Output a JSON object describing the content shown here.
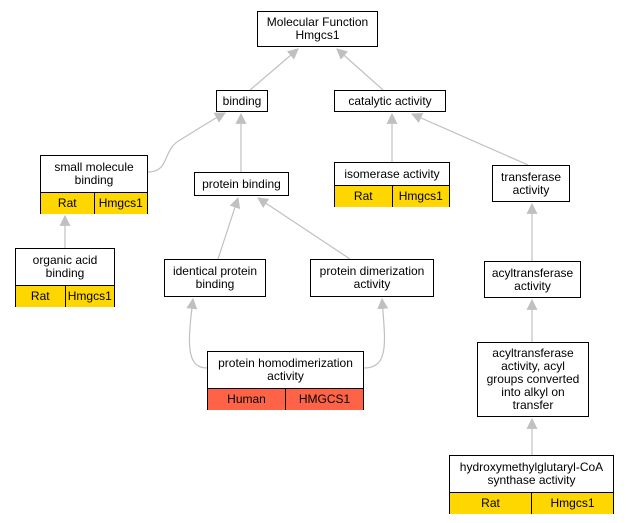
{
  "nodes": {
    "mf": {
      "label": "Molecular Function\nHmgcs1"
    },
    "binding": {
      "label": "binding"
    },
    "catalytic": {
      "label": "catalytic activity"
    },
    "small_molecule": {
      "label": "small molecule\nbinding",
      "species": "Rat",
      "gene": "Hmgcs1"
    },
    "protein_binding": {
      "label": "protein binding"
    },
    "isomerase": {
      "label": "isomerase activity",
      "species": "Rat",
      "gene": "Hmgcs1"
    },
    "transferase": {
      "label": "transferase\nactivity"
    },
    "organic_acid": {
      "label": "organic acid\nbinding",
      "species": "Rat",
      "gene": "Hmgcs1"
    },
    "identical_protein": {
      "label": "identical protein\nbinding"
    },
    "protein_dimerization": {
      "label": "protein dimerization\nactivity"
    },
    "acyltransferase": {
      "label": "acyltransferase\nactivity"
    },
    "protein_homodimerization": {
      "label": "protein homodimerization\nactivity",
      "species": "Human",
      "gene": "HMGCS1"
    },
    "acyltransferase_alkyl": {
      "label": "acyltransferase\nactivity, acyl\ngroups converted\ninto alkyl on\ntransfer"
    },
    "hmg_coa_synthase": {
      "label": "hydroxymethylglutaryl-CoA\nsynthase activity",
      "species": "Rat",
      "gene": "Hmgcs1"
    }
  },
  "colors": {
    "rat": "#ffd700",
    "human": "#ff6347",
    "edge": "#c0c0c0"
  }
}
